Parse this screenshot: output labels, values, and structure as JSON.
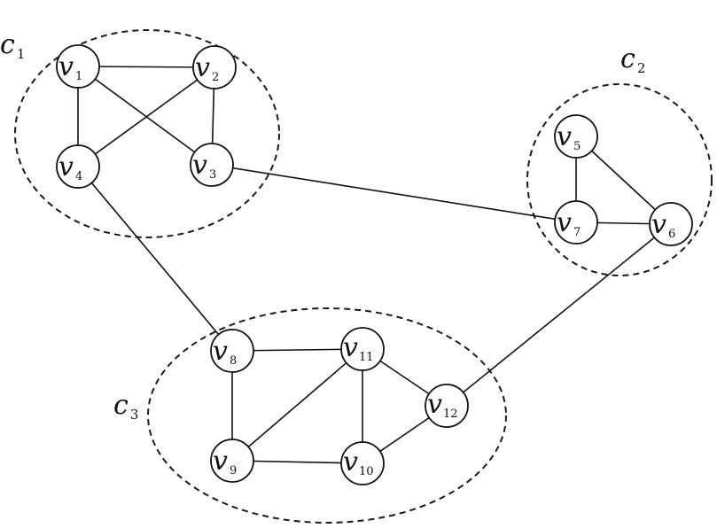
{
  "clusters": [
    {
      "id": "c1",
      "letter": "c",
      "subscript": "1"
    },
    {
      "id": "c2",
      "letter": "c",
      "subscript": "2"
    },
    {
      "id": "c3",
      "letter": "c",
      "subscript": "3"
    }
  ],
  "nodes": [
    {
      "id": "v1",
      "letter": "v",
      "subscript": "1",
      "cluster": "c1"
    },
    {
      "id": "v2",
      "letter": "v",
      "subscript": "2",
      "cluster": "c1"
    },
    {
      "id": "v3",
      "letter": "v",
      "subscript": "3",
      "cluster": "c1"
    },
    {
      "id": "v4",
      "letter": "v",
      "subscript": "4",
      "cluster": "c1"
    },
    {
      "id": "v5",
      "letter": "v",
      "subscript": "5",
      "cluster": "c2"
    },
    {
      "id": "v6",
      "letter": "v",
      "subscript": "6",
      "cluster": "c2"
    },
    {
      "id": "v7",
      "letter": "v",
      "subscript": "7",
      "cluster": "c2"
    },
    {
      "id": "v8",
      "letter": "v",
      "subscript": "8",
      "cluster": "c3"
    },
    {
      "id": "v9",
      "letter": "v",
      "subscript": "9",
      "cluster": "c3"
    },
    {
      "id": "v10",
      "letter": "v",
      "subscript": "10",
      "cluster": "c3"
    },
    {
      "id": "v11",
      "letter": "v",
      "subscript": "11",
      "cluster": "c3"
    },
    {
      "id": "v12",
      "letter": "v",
      "subscript": "12",
      "cluster": "c3"
    }
  ],
  "edges": [
    [
      "v1",
      "v2"
    ],
    [
      "v1",
      "v4"
    ],
    [
      "v1",
      "v3"
    ],
    [
      "v2",
      "v4"
    ],
    [
      "v2",
      "v3"
    ],
    [
      "v3",
      "v7"
    ],
    [
      "v4",
      "v8"
    ],
    [
      "v5",
      "v7"
    ],
    [
      "v5",
      "v6"
    ],
    [
      "v7",
      "v6"
    ],
    [
      "v6",
      "v12"
    ],
    [
      "v8",
      "v11"
    ],
    [
      "v8",
      "v9"
    ],
    [
      "v9",
      "v11"
    ],
    [
      "v9",
      "v10"
    ],
    [
      "v11",
      "v10"
    ],
    [
      "v11",
      "v12"
    ],
    [
      "v10",
      "v12"
    ]
  ]
}
